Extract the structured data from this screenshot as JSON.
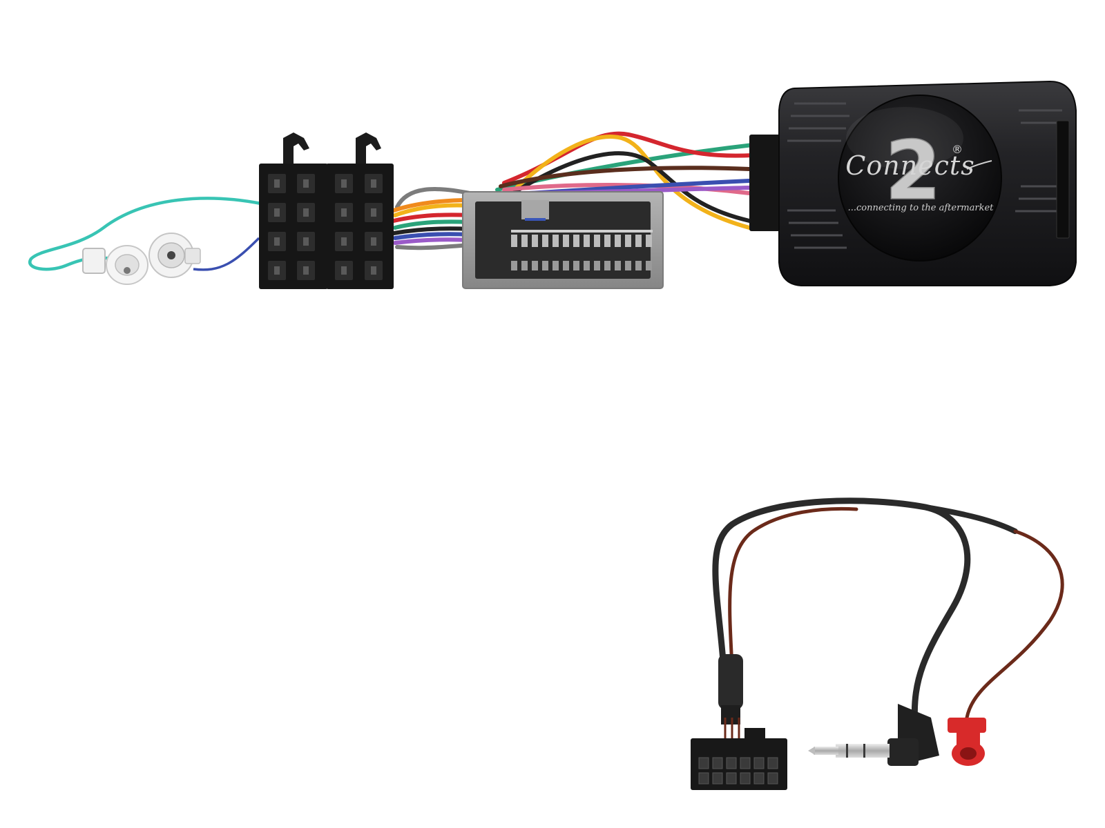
{
  "product": {
    "brand_wordmark": "Connects",
    "brand_numeral": "2",
    "registered_mark": "®",
    "tagline": "...connecting to the aftermarket"
  },
  "colors": {
    "background": "#ffffff",
    "module_body": "#1c1c1e",
    "iso_connector": "#151515",
    "vehicle_connector": "#9a9a9a",
    "wire_green": "#2aa37a",
    "wire_red": "#d4262e",
    "wire_yellow": "#f2b21a",
    "wire_brown": "#5a2e1e",
    "wire_blue": "#3a4fb0",
    "wire_black": "#222222",
    "wire_orange": "#f08a1c",
    "wire_grey": "#7c7c7c",
    "wire_violet": "#9a5ac8",
    "wire_pink": "#e06a8a",
    "antenna_wire_teal": "#38c4b4",
    "lead_black": "#2a2a2a",
    "lead_brown": "#6b2a1a",
    "bullet_red": "#d82a2a",
    "jack_silver": "#c9c9c9"
  }
}
